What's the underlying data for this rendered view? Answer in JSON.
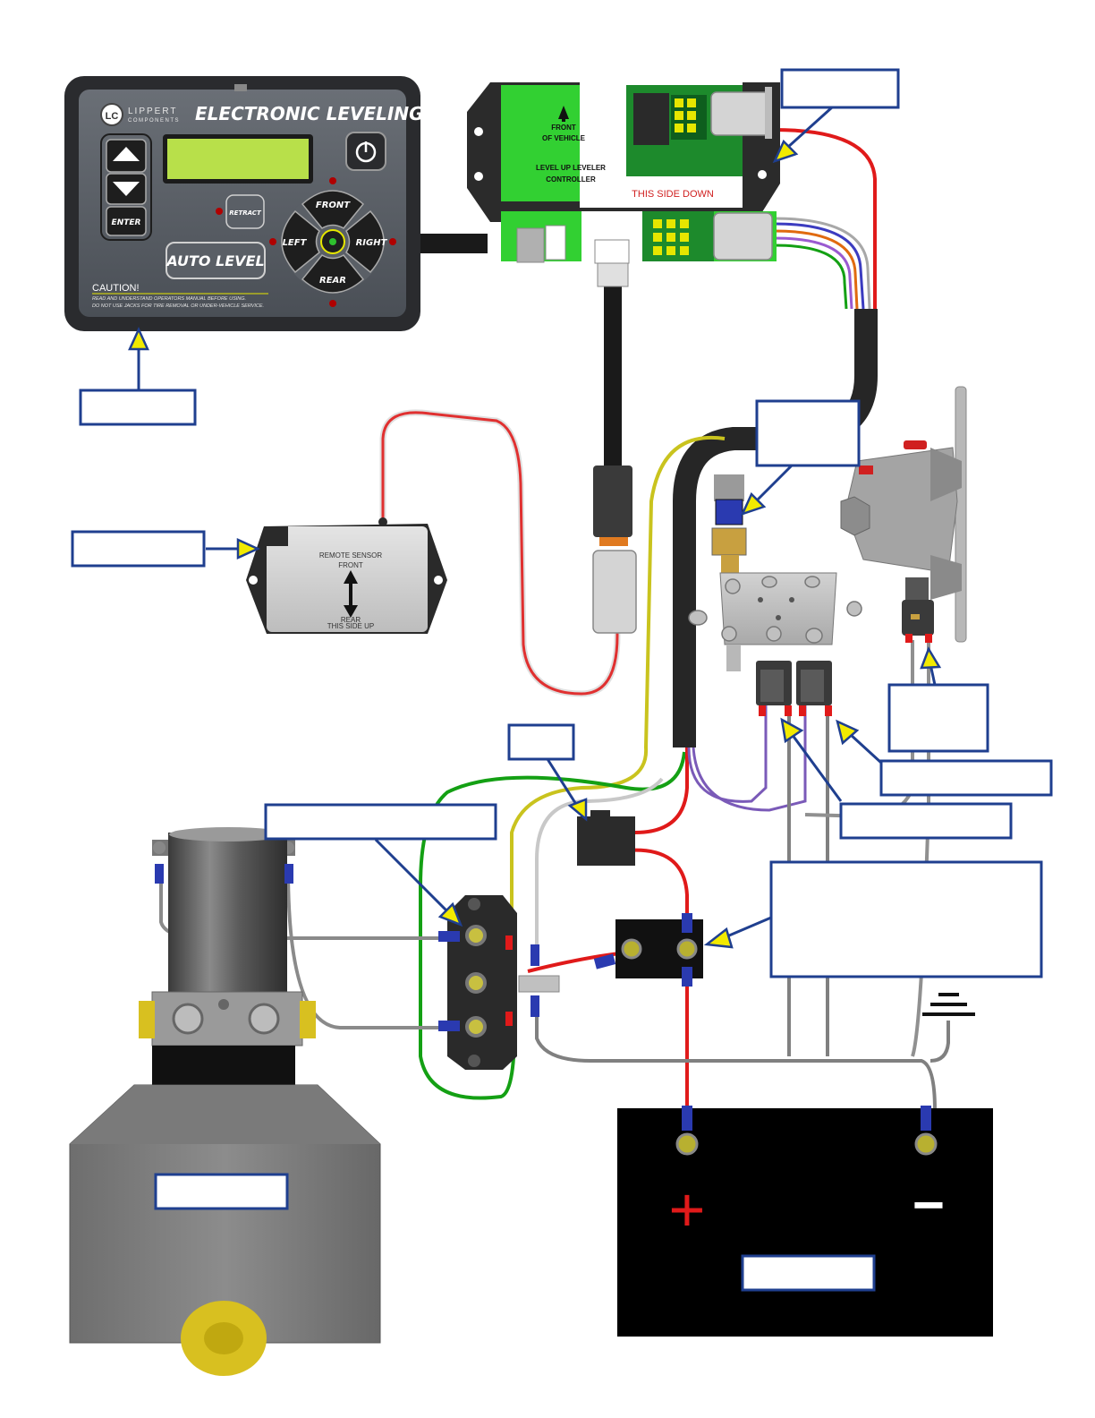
{
  "control_panel": {
    "brand": "LIPPERT",
    "brand_sub": "COMPONENTS",
    "title": "ELECTRONIC LEVELING",
    "enter": "ENTER",
    "retract": "RETRACT",
    "front": "FRONT",
    "left": "LEFT",
    "right": "RIGHT",
    "rear": "REAR",
    "auto_level": "AUTO LEVEL",
    "caution": "CAUTION!",
    "caution_line1": "READ AND UNDERSTAND OPERATORS MANUAL BEFORE USING.",
    "caution_line2": "DO NOT USE JACKS FOR TIRE REMOVAL OR UNDER-VEHICLE SERVICE."
  },
  "controller": {
    "front_line1": "FRONT",
    "front_line2": "OF VEHICLE",
    "name_line1": "LEVEL UP LEVELER",
    "name_line2": "CONTROLLER",
    "side_down": "THIS SIDE DOWN"
  },
  "remote_sensor": {
    "line1": "REMOTE SENSOR",
    "front": "FRONT",
    "rear": "REAR",
    "side_up": "THIS SIDE UP"
  },
  "battery": {
    "plus": "+",
    "minus": "−"
  },
  "colors": {
    "label_border": "#1f3f8f",
    "arrow_fill": "#f2ea00",
    "wire_red": "#e01a1a",
    "wire_green": "#14a014",
    "lcd_green": "#b8e04a",
    "board_green": "#1d8a2c"
  }
}
